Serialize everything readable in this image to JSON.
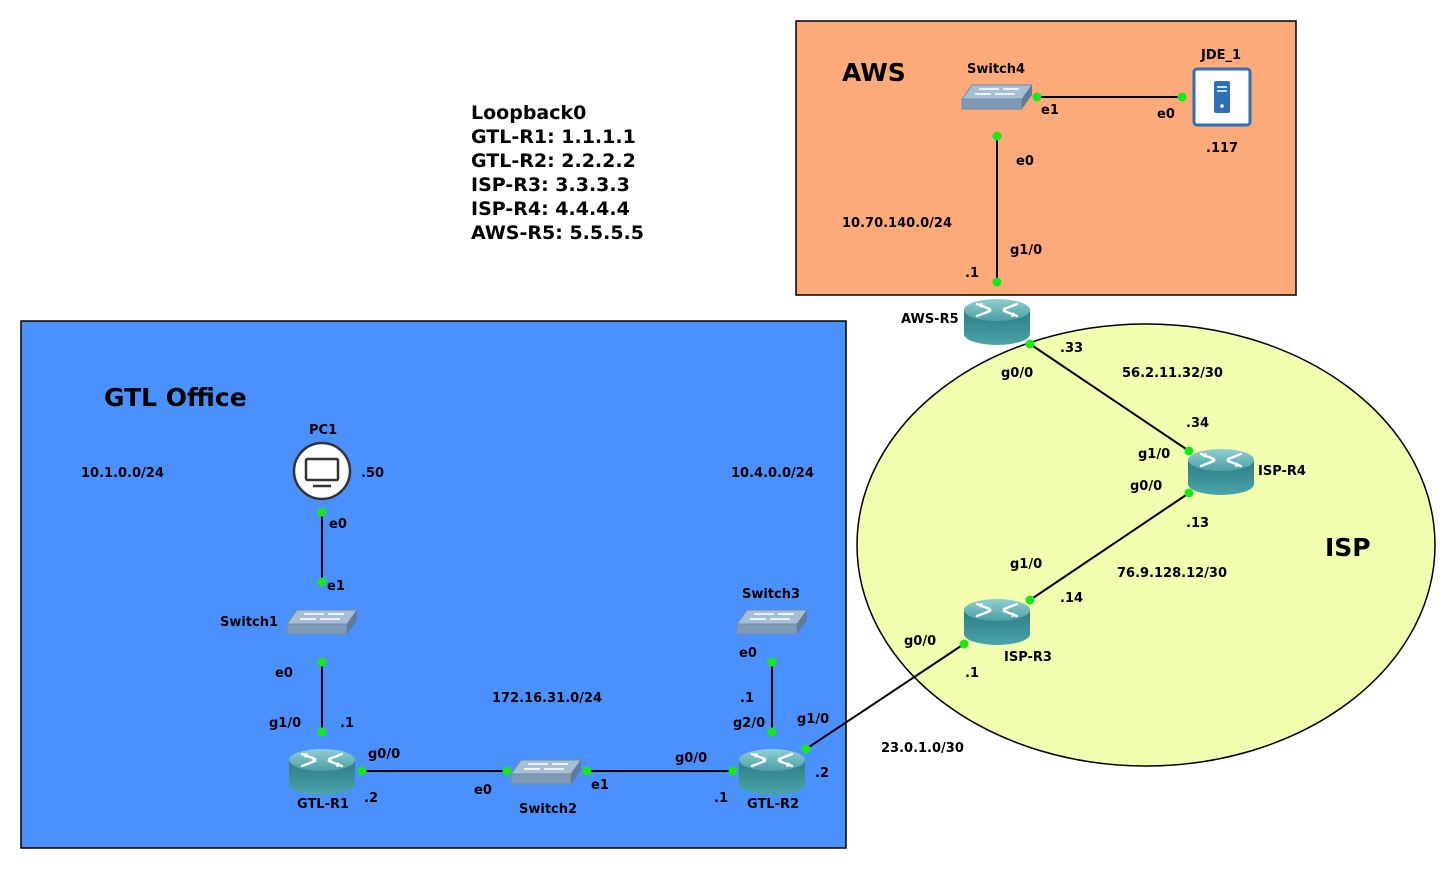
{
  "colors": {
    "gtl_zone": "#4b91fe",
    "aws_zone": "#fdaa7a",
    "isp_zone": "#f2fdaf",
    "link": "#000000",
    "port_dot": "#18e818",
    "router_body": "#3a8e94",
    "switch_body": "#8aa7c2",
    "server_icon": "#2f6fb6"
  },
  "loopback": {
    "title": "Loopback0",
    "lines": [
      "GTL-R1: 1.1.1.1",
      "GTL-R2: 2.2.2.2",
      "ISP-R3: 3.3.3.3",
      "ISP-R4: 4.4.4.4",
      "AWS-R5: 5.5.5.5"
    ]
  },
  "zones": {
    "gtl": "GTL Office",
    "aws": "AWS",
    "isp": "ISP"
  },
  "nodes": {
    "pc1": {
      "name": "PC1",
      "icon": "monitor-icon"
    },
    "switch1": {
      "name": "Switch1",
      "icon": "switch-icon"
    },
    "switch2": {
      "name": "Switch2",
      "icon": "switch-icon"
    },
    "switch3": {
      "name": "Switch3",
      "icon": "switch-icon"
    },
    "switch4": {
      "name": "Switch4",
      "icon": "switch-icon"
    },
    "gtl_r1": {
      "name": "GTL-R1",
      "icon": "router-icon"
    },
    "gtl_r2": {
      "name": "GTL-R2",
      "icon": "router-icon"
    },
    "isp_r3": {
      "name": "ISP-R3",
      "icon": "router-icon"
    },
    "isp_r4": {
      "name": "ISP-R4",
      "icon": "router-icon"
    },
    "aws_r5": {
      "name": "AWS-R5",
      "icon": "router-icon"
    },
    "jde_1": {
      "name": "JDE_1",
      "icon": "server-icon"
    }
  },
  "subnets": {
    "lan1": "10.1.0.0/24",
    "lan4": "10.4.0.0/24",
    "transit": "172.16.31.0/24",
    "aws_lan": "10.70.140.0/24",
    "aws_isp": "56.2.11.32/30",
    "isp_core": "76.9.128.12/30",
    "gtl_isp": "23.0.1.0/30"
  },
  "ports": {
    "pc1_e0": "e0",
    "sw1_e1": "e1",
    "sw1_e0": "e0",
    "r1_g10": "g1/0",
    "r1_g00": "g0/0",
    "sw2_e0": "e0",
    "sw2_e1": "e1",
    "r2_g00": "g0/0",
    "sw3_e0": "e0",
    "r2_g20": "g2/0",
    "r2_g10": "g1/0",
    "r3_g00": "g0/0",
    "r3_g10": "g1/0",
    "r4_g00": "g0/0",
    "r4_g10": "g1/0",
    "r5_g00": "g0/0",
    "r5_g10": "g1/0",
    "sw4_e0": "e0",
    "sw4_e1": "e1",
    "jde_e0": "e0"
  },
  "addresses": {
    "pc1": ".50",
    "r1_lan": ".1",
    "r1_transit": ".2",
    "r2_transit": ".1",
    "r2_lan": ".1",
    "r2_isp": ".2",
    "r3_gtl": ".1",
    "r3_core": ".14",
    "r4_core": ".13",
    "r4_aws": ".34",
    "r5_isp": ".33",
    "r5_lan": ".1",
    "jde": ".117"
  }
}
